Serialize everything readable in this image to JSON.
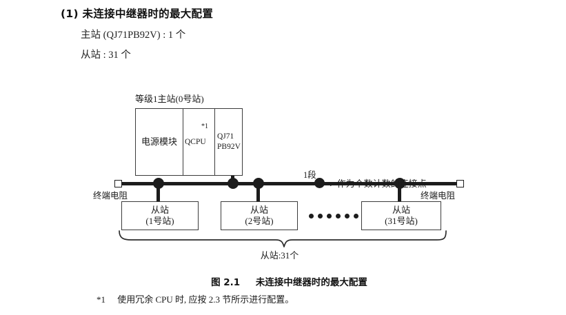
{
  "heading": {
    "title": "(1) 未连接中继器时的最大配置",
    "master_line": "主站 (QJ71PB92V) : 1 个",
    "slave_line": "从站 : 31 个"
  },
  "diagram": {
    "master_caption": "等级1主站(0号站)",
    "rack": {
      "power_label": "电源模块",
      "cpu_label": "QCPU",
      "cpu_footnote_marker": "*1",
      "network_label": "QJ71\nPB92V"
    },
    "segment_label": "1段",
    "terminator_left_label": "终端电阻",
    "terminator_right_label": "终端电阻",
    "slaves": [
      {
        "name": "从站",
        "station": "(1号站)"
      },
      {
        "name": "从站",
        "station": "(2号站)"
      },
      {
        "name": "从站",
        "station": "(31号站)"
      }
    ],
    "ellipsis_dot_count": 6,
    "slave_total_label": "从站:31个",
    "node_count": 4
  },
  "legend": {
    "symbol": "filled-circle",
    "separator": ":",
    "text": "作为个数计数的连接点"
  },
  "caption": {
    "figure_number": "图 2.1",
    "figure_title": "未连接中继器时的最大配置"
  },
  "footnote": {
    "marker": "*1",
    "text": "使用冗余 CPU 时, 应按 2.3 节所示进行配置。"
  },
  "colors": {
    "ink": "#1c1c1c",
    "box_border": "#3a3a3a",
    "text": "#222222",
    "background": "#ffffff"
  }
}
